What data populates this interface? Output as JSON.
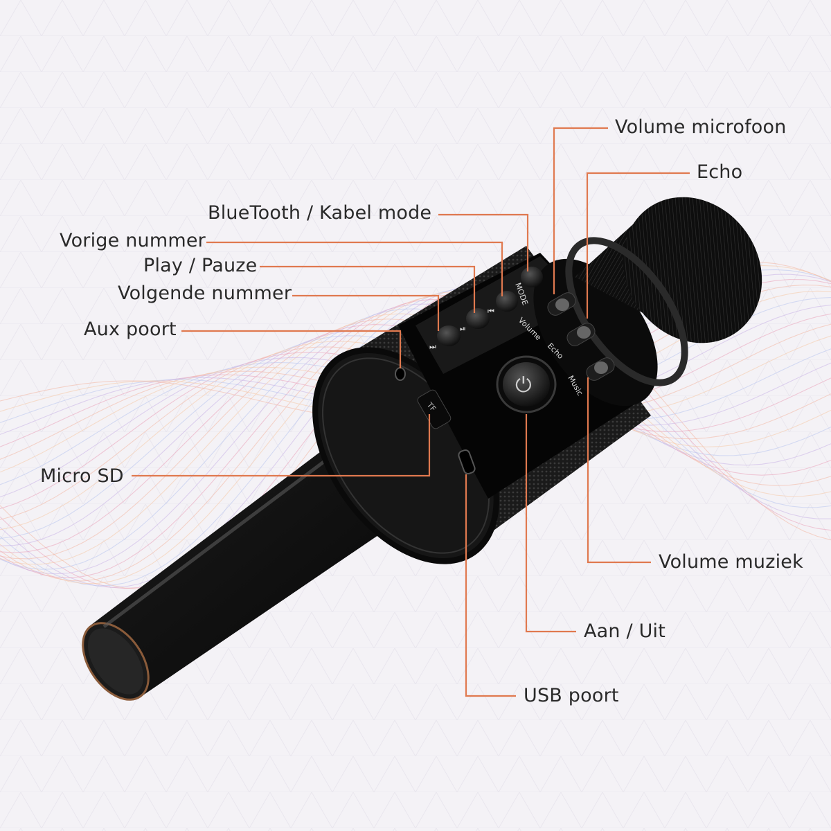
{
  "device_text": {
    "mode": "MODE",
    "volume": "Volume",
    "echo": "Echo",
    "music": "Music",
    "tf": "TF",
    "prev_glyph": "⏮",
    "play_glyph": "⏯",
    "next_glyph": "⏭",
    "power_glyph": "⏻"
  },
  "labels": {
    "volume_microfoon": "Volume microfoon",
    "echo": "Echo",
    "bluetooth_kabel_mode": "BlueTooth / Kabel mode",
    "vorige_nummer": "Vorige nummer",
    "play_pauze": "Play / Pauze",
    "volgende_nummer": "Volgende nummer",
    "aux_poort": "Aux poort",
    "micro_sd": "Micro SD",
    "volume_muziek": "Volume muziek",
    "aan_uit": "Aan / Uit",
    "usb_poort": "USB poort"
  },
  "colors": {
    "leader_line": "#e0794f",
    "label_text": "#2a2a2a",
    "background": "#f4f2f6",
    "device_body": "#111111"
  }
}
